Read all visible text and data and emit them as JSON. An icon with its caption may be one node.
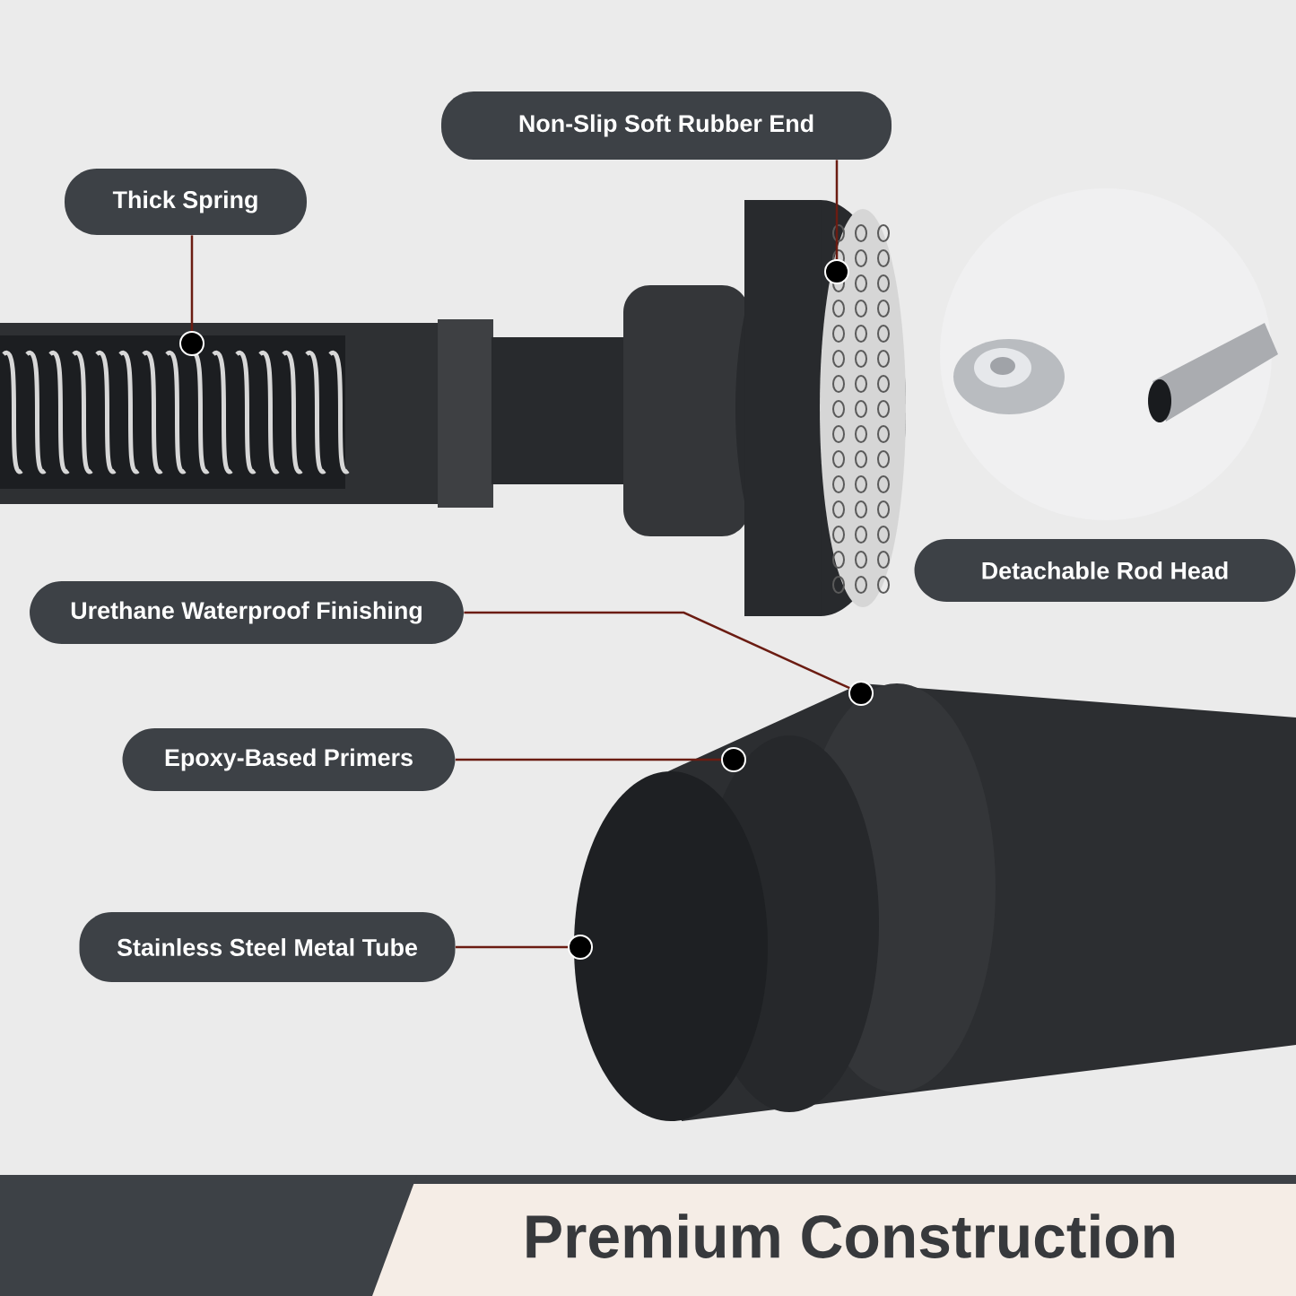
{
  "diagram": {
    "title": "Premium Construction",
    "nodes": [
      {
        "text": [
          "Thick Spring"
        ]
      },
      {
        "text": [
          "Non-Slip Soft Rubber End"
        ]
      },
      {
        "text": [
          "Detachable Rod Head"
        ]
      },
      {
        "text": [
          "Urethane Waterproof Finishing"
        ]
      },
      {
        "text": [
          "Epoxy-Based Primers"
        ]
      },
      {
        "text": [
          "Stainless Steel Metal Tube"
        ]
      },
      {
        "text": [],
        "shape": "circle"
      },
      {
        "text": [],
        "shape": "circle"
      },
      {
        "text": [],
        "shape": "circle"
      },
      {
        "text": [],
        "shape": "circle"
      },
      {
        "text": [],
        "shape": "circle"
      }
    ],
    "edges": [
      {
        "from": 0,
        "to": 6,
        "arrow": "none"
      },
      {
        "from": 1,
        "to": 9,
        "arrow": "none"
      },
      {
        "from": 3,
        "to": 10,
        "arrow": "none"
      },
      {
        "from": 4,
        "to": 8,
        "arrow": "none"
      },
      {
        "from": 5,
        "to": 7,
        "arrow": "none"
      }
    ]
  }
}
